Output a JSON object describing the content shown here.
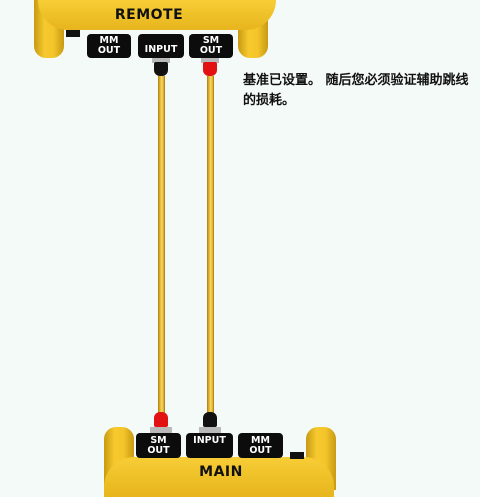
{
  "remote": {
    "title": "REMOTE",
    "ports": [
      {
        "line1": "MM",
        "line2": "OUT"
      },
      {
        "line1": "INPUT",
        "line2": ""
      },
      {
        "line1": "SM",
        "line2": "OUT"
      }
    ]
  },
  "main": {
    "title": "MAIN",
    "ports": [
      {
        "line1": "SM",
        "line2": "OUT"
      },
      {
        "line1": "INPUT",
        "line2": ""
      },
      {
        "line1": "MM",
        "line2": "OUT"
      }
    ]
  },
  "message": "基准已设置。 随后您必须验证辅助跳线的损耗。",
  "colors": {
    "housing": "#f4c52a",
    "cable": "#f2c94c",
    "connector_red": "#e31212",
    "connector_black": "#111111",
    "background": "#f4faf7"
  }
}
